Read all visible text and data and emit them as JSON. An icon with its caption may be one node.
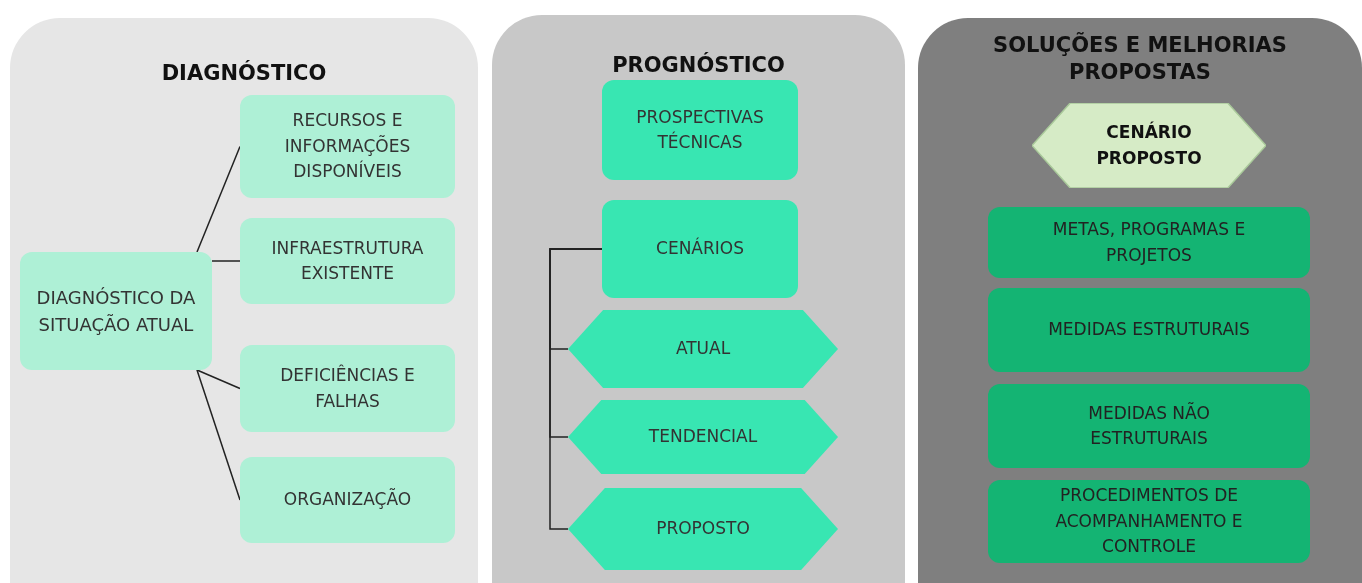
{
  "diagram": {
    "nodes": [
      {
        "text": [
          "DIAGNÓSTICO"
        ]
      },
      {
        "text": [
          "DIAGNÓSTICO DA SITUAÇÃO ATUAL"
        ],
        "in": 0
      },
      {
        "text": [
          "RECURSOS E INFORMAÇÕES DISPONÍVEIS"
        ],
        "in": 0
      },
      {
        "text": [
          "INFRAESTRUTURA EXISTENTE"
        ],
        "in": 0
      },
      {
        "text": [
          "DEFICIÊNCIAS E FALHAS"
        ],
        "in": 0
      },
      {
        "text": [
          "ORGANIZAÇÃO"
        ],
        "in": 0
      },
      {
        "text": [
          "PROGNÓSTICO"
        ]
      },
      {
        "text": [
          "PROSPECTIVAS TÉCNICAS"
        ],
        "in": 6
      },
      {
        "text": [
          "CENÁRIOS"
        ],
        "in": 6
      },
      {
        "text": [
          "ATUAL"
        ],
        "in": 6
      },
      {
        "text": [
          "TENDENCIAL"
        ],
        "in": 6
      },
      {
        "text": [
          "PROPOSTO"
        ],
        "in": 6
      },
      {
        "text": [
          "SOLUÇÕES E MELHORIAS PROPOSTAS"
        ]
      },
      {
        "text": [
          "CENÁRIO PROPOSTO"
        ],
        "in": 12
      },
      {
        "text": [
          "METAS, PROGRAMAS E PROJETOS"
        ],
        "in": 12
      },
      {
        "text": [
          "MEDIDAS ESTRUTURAIS"
        ],
        "in": 12
      },
      {
        "text": [
          "MEDIDAS NÃO ESTRUTURAIS"
        ],
        "in": 12
      },
      {
        "text": [
          "PROCEDIMENTOS DE ACOMPANHAMENTO E CONTROLE"
        ],
        "in": 12
      }
    ],
    "edges": [
      {
        "from": 1,
        "to": 2,
        "arrow": "none"
      },
      {
        "from": 1,
        "to": 3,
        "arrow": "none"
      },
      {
        "from": 1,
        "to": 4,
        "arrow": "none"
      },
      {
        "from": 1,
        "to": 5,
        "arrow": "none"
      },
      {
        "from": 8,
        "to": 9,
        "arrow": "none"
      },
      {
        "from": 8,
        "to": 10,
        "arrow": "none"
      },
      {
        "from": 8,
        "to": 11,
        "arrow": "none"
      }
    ]
  }
}
